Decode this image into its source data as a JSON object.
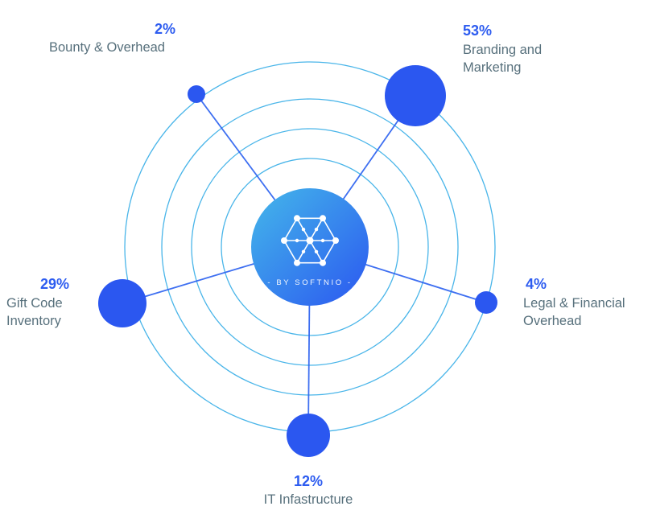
{
  "chart_data": {
    "type": "pie",
    "variant": "radial-orbit-bubble",
    "title": "",
    "legend": "none",
    "grid": "concentric-orbit-rings",
    "center_caption": "- BY SOFTNIO -",
    "items": [
      {
        "label": "Bounty & Overhead",
        "value_pct": 2,
        "value_label": "2%"
      },
      {
        "label": "Branding and Marketing",
        "value_pct": 53,
        "value_label": "53%"
      },
      {
        "label": "Legal & Financial Overhead",
        "value_pct": 4,
        "value_label": "4%"
      },
      {
        "label": "IT Infastructure",
        "value_pct": 12,
        "value_label": "12%"
      },
      {
        "label": "Gift Code Inventory",
        "value_pct": 29,
        "value_label": "29%"
      }
    ],
    "colors": {
      "bubble": "#2b57f0",
      "orbit_ring": "#49b5e9",
      "spoke_line": "#2e63f0",
      "percent_text": "#2d5cf0",
      "label_text": "#57707c",
      "center_gradient_start": "#44b8ea",
      "center_gradient_end": "#2b57f0",
      "icon": "#ffffff"
    }
  }
}
